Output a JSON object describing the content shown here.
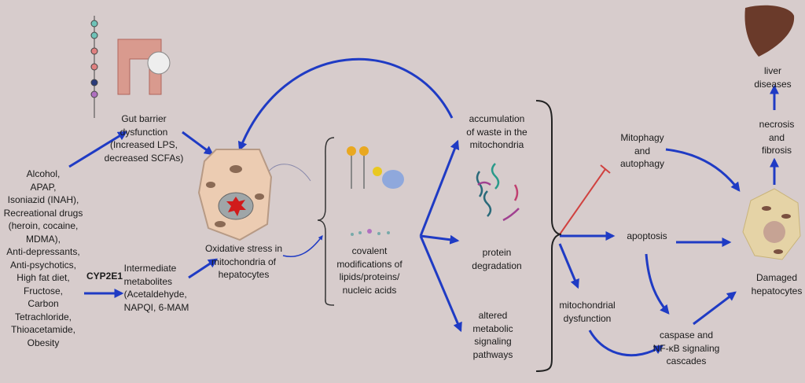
{
  "labels": {
    "causes": "Alcohol,\nAPAP,\nIsoniazid (INAH),\nRecreational drugs\n(heroin, cocaine,\nMDMA),\nAnti-depressants,\nAnti-psychotics,\nHigh fat diet,\nFructose,\nCarbon\nTetrachloride,\nThioacetamide,\nObesity",
    "gut": "Gut barrier\ndysfunction\n(Increased LPS,\ndecreased SCFAs)",
    "cyp": "CYP2E1",
    "intermediate": "Intermediate\nmetabolites\n(Acetaldehyde,\nNAPQI, 6-MAM",
    "oxidative": "Oxidative stress in\nmitochondria of\nhepatocytes",
    "covalent": "covalent\nmodifications of\nlipids/proteins/\nnucleic acids",
    "accumulation": "accumulation\nof waste in the\nmitochondria",
    "protein": "protein\ndegradation",
    "altered": "altered\nmetabolic\nsignaling\npathways",
    "mitophagy": "Mitophagy\nand\nautophagy",
    "apoptosis": "apoptosis",
    "mito_dys": "mitochondrial\ndysfunction",
    "caspase": "caspase and\nNF-κB signaling\ncascades",
    "damaged": "Damaged\nhepatocytes",
    "necrosis": "necrosis and\nfibrosis",
    "liver": "liver diseases"
  },
  "colors": {
    "arrow": "#1f3bc4",
    "inhibit": "#d0413f",
    "background": "#d7cccc"
  }
}
